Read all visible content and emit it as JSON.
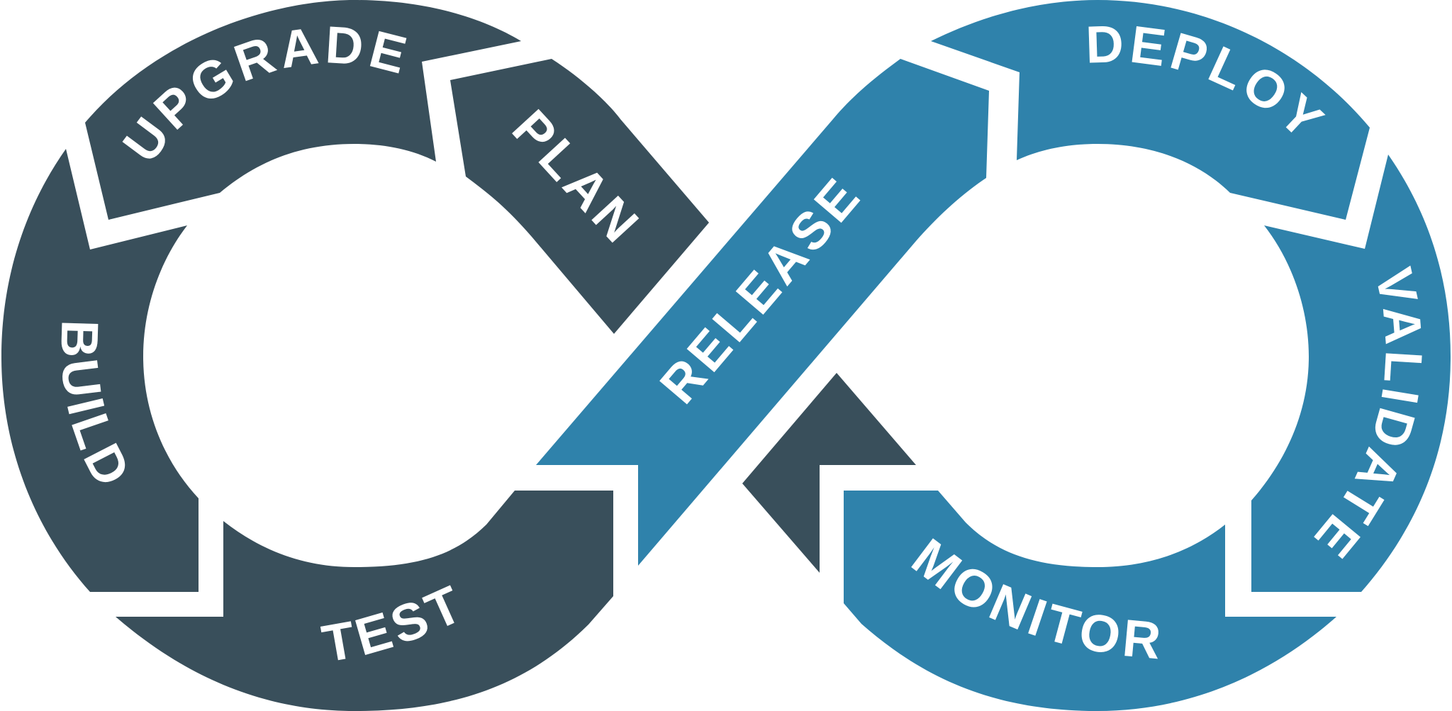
{
  "colors": {
    "dark": "#394f5b",
    "blue": "#2f82ab",
    "text": "#ffffff",
    "background": "#ffffff"
  },
  "stages": {
    "upgrade": "UPGRADE",
    "plan": "PLAN",
    "build": "BUILD",
    "test": "TEST",
    "release": "RELEASE",
    "deploy": "DEPLOY",
    "validate": "VALIDATE",
    "monitor": "MONITOR"
  }
}
